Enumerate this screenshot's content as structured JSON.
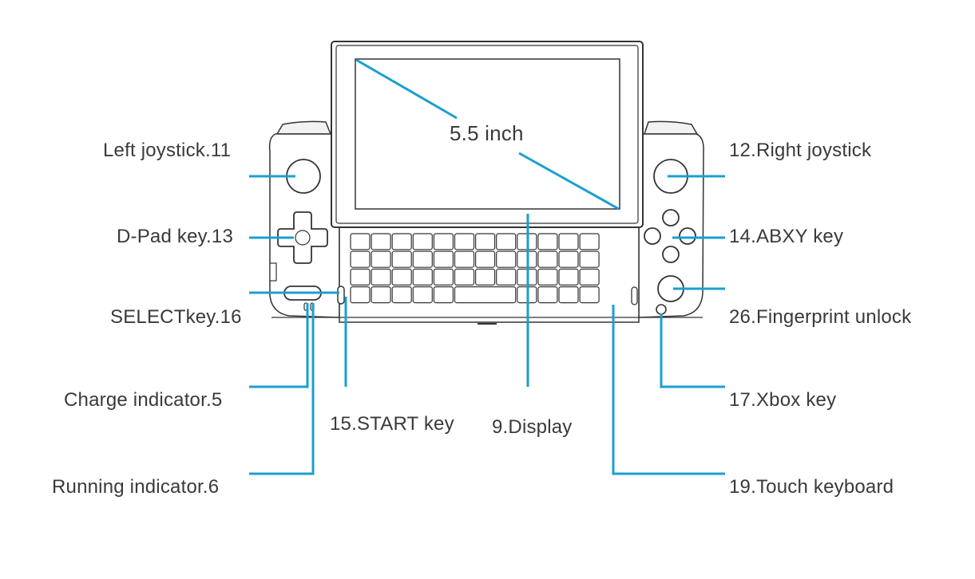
{
  "diagram": {
    "screen_size_label": "5.5 inch",
    "labels": {
      "left_joystick": "Left joystick.11",
      "dpad": "D-Pad key.13",
      "select": "SELECTkey.16",
      "charge": "Charge indicator.5",
      "running": "Running indicator.6",
      "start": "15.START key",
      "display": "9.Display",
      "right_joystick": "12.Right joystick",
      "abxy": "14.ABXY key",
      "fingerprint": "26.Fingerprint unlock",
      "xbox": "17.Xbox key",
      "touch_keyboard": "19.Touch keyboard"
    },
    "colors": {
      "callout": "#1a9fd1",
      "outline": "#333333",
      "text": "#3a3a3a"
    },
    "keyboard": {
      "rows": 4,
      "cols": 12
    }
  }
}
